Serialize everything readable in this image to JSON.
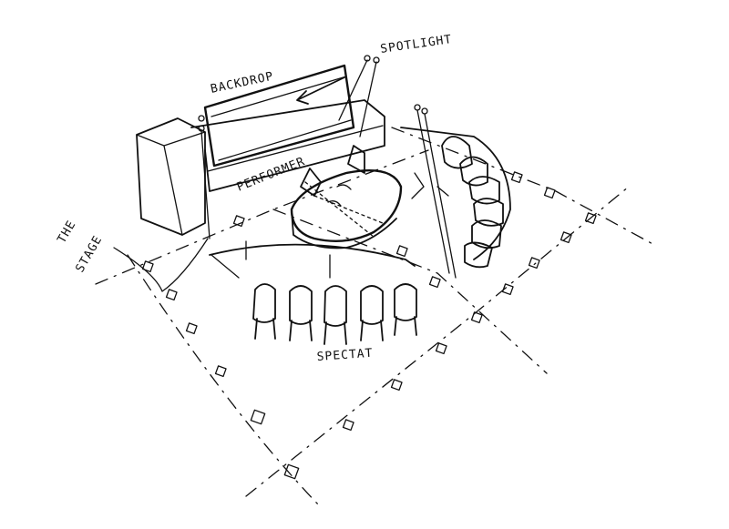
{
  "labels": {
    "backdrop": "BACKDROP",
    "spotlight": "SPOTLIGHT",
    "performer": "PERFORMER",
    "the": "THE",
    "stage": "STAGE",
    "spectat": "SPECTAT"
  },
  "colors": {
    "ink": "#111111",
    "paper": "#ffffff"
  }
}
